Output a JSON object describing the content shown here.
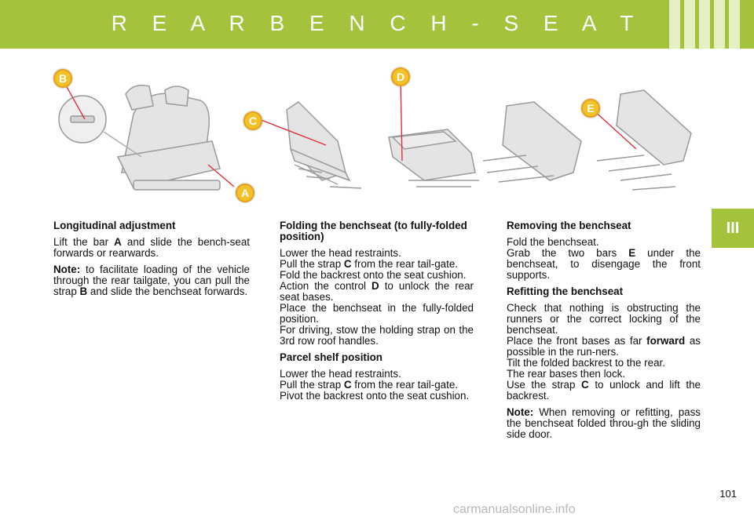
{
  "header": {
    "title": "R E A R   B E N C H - S E A T"
  },
  "chapter_tab": "III",
  "callouts": [
    "A",
    "B",
    "C",
    "D",
    "E"
  ],
  "col1": {
    "heading": "Longitudinal adjustment",
    "p1_a": "Lift the bar ",
    "p1_b": "A",
    "p1_c": " and slide the bench-seat forwards or rearwards.",
    "note_label": "Note:",
    "note_a": " to facilitate loading of the vehicle through the rear tailgate, you can pull the strap ",
    "note_b": "B",
    "note_c": " and slide the benchseat forwards."
  },
  "col2": {
    "heading": "Folding the benchseat (to fully-folded position)",
    "l1": "Lower the head restraints.",
    "l2_a": "Pull the strap ",
    "l2_b": "C",
    "l2_c": " from the rear tail-gate.",
    "l3": "Fold the backrest onto the seat cushion.",
    "l4_a": "Action the control ",
    "l4_b": "D",
    "l4_c": " to unlock the rear seat bases.",
    "l5": "Place the benchseat in the fully-folded position.",
    "l6": "For driving, stow the holding strap on the 3rd row roof handles.",
    "heading2": "Parcel shelf position",
    "m1": "Lower the head restraints.",
    "m2_a": "Pull the strap ",
    "m2_b": "C",
    "m2_c": " from the rear tail-gate.",
    "m3": "Pivot the backrest onto the seat cushion."
  },
  "col3": {
    "heading": "Removing the benchseat",
    "r1": "Fold the benchseat.",
    "r2_a": "Grab the two bars ",
    "r2_b": "E",
    "r2_c": " under the benchseat, to disengage the front supports.",
    "heading2": "Refitting the benchseat",
    "f1": "Check that nothing is obstructing the runners or the correct locking of the benchseat.",
    "f2_a": "Place the front bases as far ",
    "f2_b": "forward",
    "f2_c": " as possible in the run-ners.",
    "f3": "Tilt the folded backrest to the rear.",
    "f4": "The rear bases then lock.",
    "f5_a": "Use the strap ",
    "f5_b": "C",
    "f5_c": " to unlock and lift the backrest.",
    "note_label": "Note:",
    "note_text": " When removing or refitting, pass the benchseat folded throu-gh the sliding side door."
  },
  "page_number": "101",
  "watermark": "carmanualsonline.info"
}
